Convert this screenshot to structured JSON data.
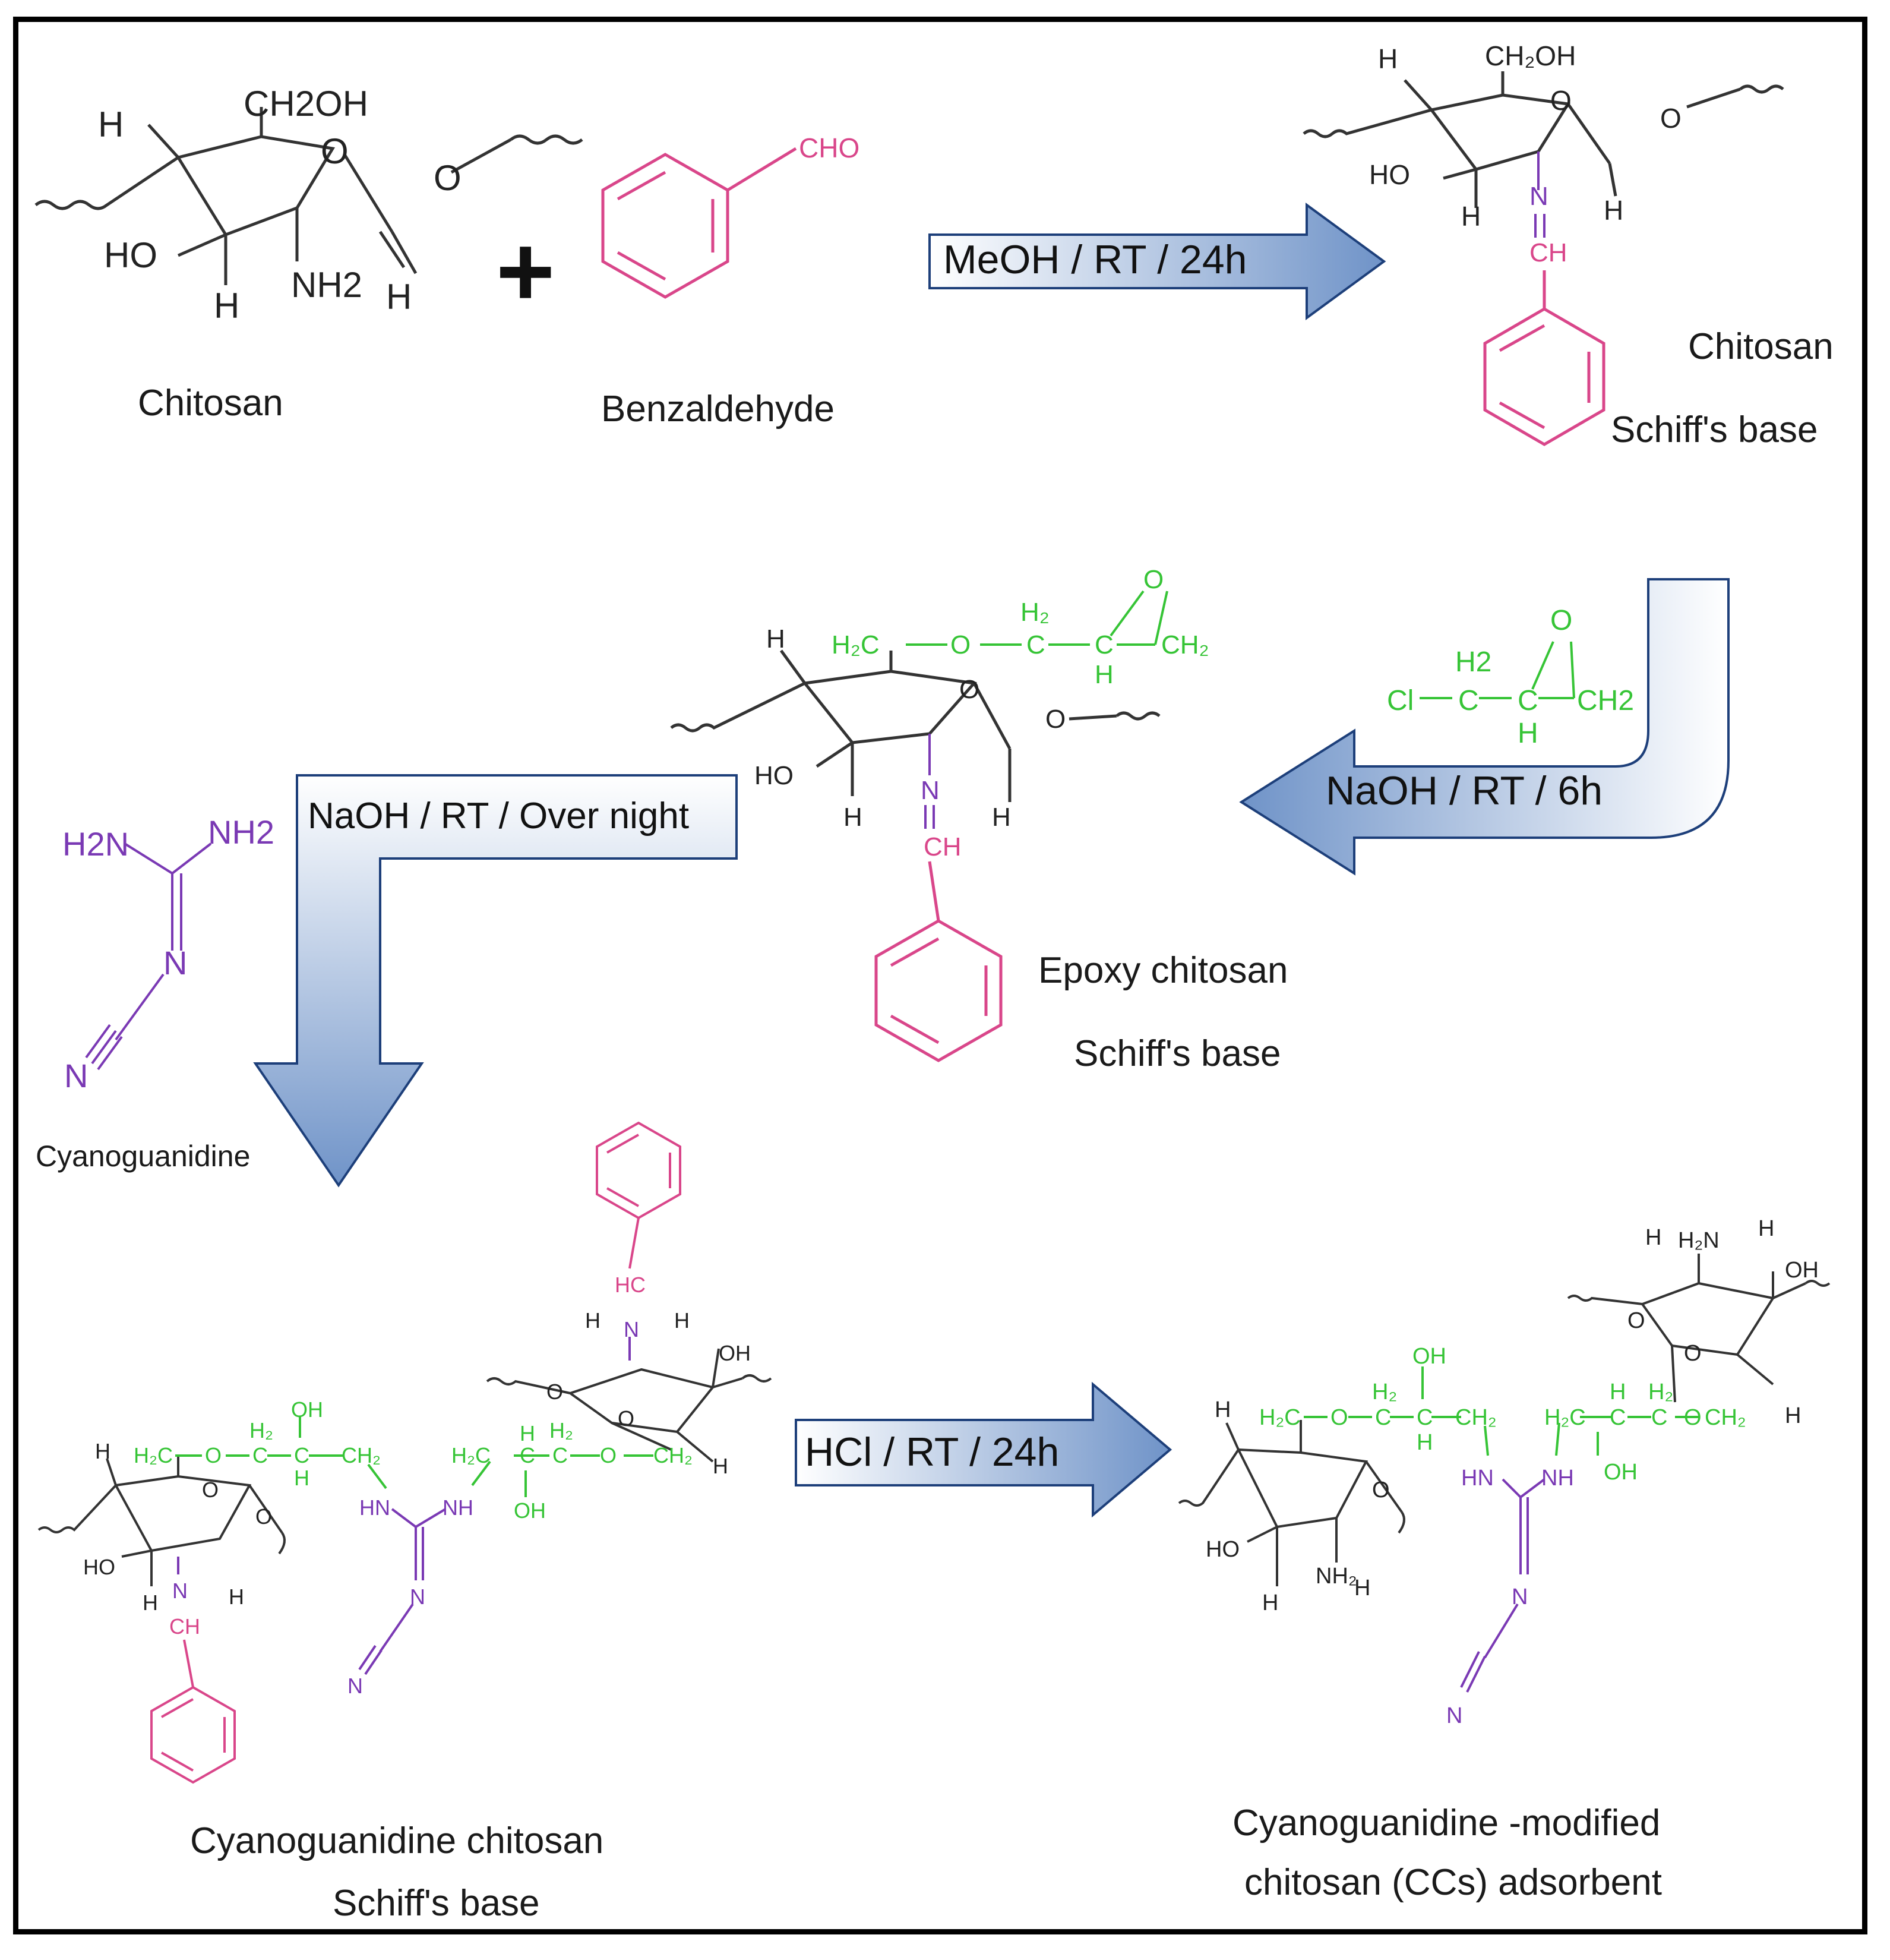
{
  "colors": {
    "black": "#333333",
    "benzaldehyde": "#d9468a",
    "epoxy": "#36c436",
    "cyanoguanidine": "#7a39b4",
    "arrow_light": "#ffffff",
    "arrow_dark": "#6f93c8"
  },
  "step1": {
    "chitosan_label": "Chitosan",
    "benzaldehyde_label": "Benzaldehyde",
    "plus": "+",
    "arrow_label": "MeOH / RT / 24h",
    "product_line1": "Chitosan",
    "product_line2": "Schiff's base",
    "atoms": {
      "ch2oh": "CH2OH",
      "o_ring": "O",
      "o_link": "O",
      "h1": "H",
      "ho": "HO",
      "h2": "H",
      "nh2": "NH2",
      "h3": "H",
      "cho": "CHO"
    }
  },
  "step2": {
    "arrow_label": "NaOH / RT / 6h",
    "reagent_atoms": {
      "cl": "Cl",
      "c1": "C",
      "h2": "H2",
      "c2": "C",
      "h": "H",
      "o": "O",
      "ch2": "CH2"
    },
    "product_line1": "Epoxy chitosan",
    "product_line2": "Schiff's base"
  },
  "step3": {
    "arrow_label": "NaOH / RT / Over night",
    "reagent_label": "Cyanoguanidine",
    "reagent_atoms": {
      "h2n": "H2N",
      "nh2": "NH2",
      "n": "N",
      "n_term": "N"
    },
    "product_line1": "Cyanoguanidine chitosan",
    "product_line2": "Schiff's base"
  },
  "step4": {
    "arrow_label": "HCl / RT / 24h",
    "product_line1": "Cyanoguanidine -modified",
    "product_line2": "chitosan (CCs) adsorbent"
  }
}
